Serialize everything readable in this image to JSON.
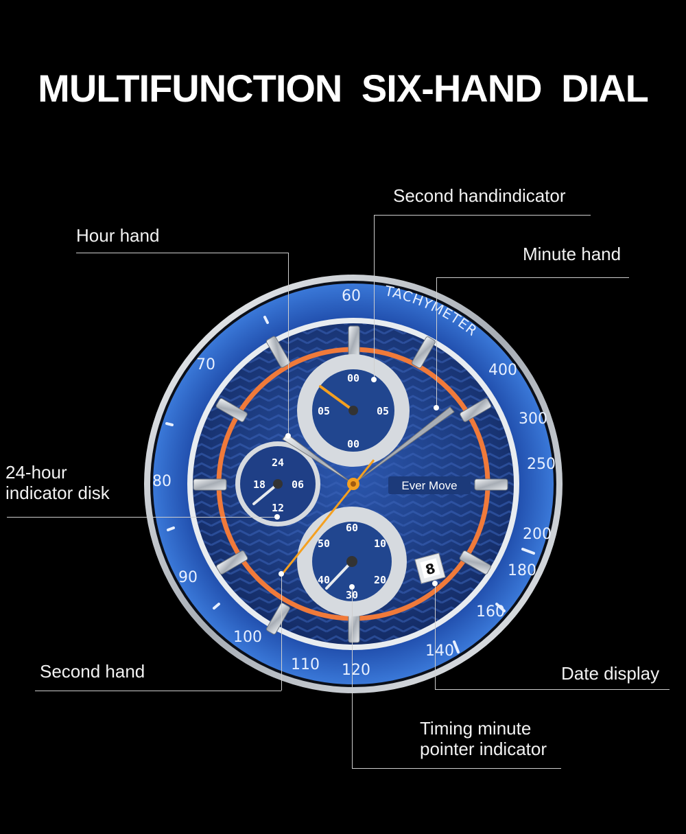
{
  "title": "MULTIFUNCTION  SIX-HAND DIAL",
  "brand": "Ever Move",
  "labels": {
    "second_hand_indicator": "Second handindicator",
    "hour_hand": "Hour hand",
    "minute_hand": "Minute hand",
    "hour24_line1": "24-hour",
    "hour24_line2": "indicator disk",
    "second_hand": "Second hand",
    "date_display": "Date display",
    "timing_line1": "Timing minute",
    "timing_line2": "pointer indicator"
  },
  "bezel": {
    "word": "TACHYMETER",
    "numbers": [
      "60",
      "70",
      "80",
      "90",
      "100",
      "110",
      "120",
      "140",
      "160",
      "180",
      "200",
      "250",
      "300",
      "400"
    ]
  },
  "subdials": {
    "top": [
      "00",
      "05",
      "05",
      "00"
    ],
    "left": [
      "24",
      "06",
      "12",
      "18"
    ],
    "bottom": [
      "60",
      "10",
      "20",
      "30",
      "40",
      "50"
    ]
  },
  "date_value": "8",
  "colors": {
    "dial_blue": "#1f3f86",
    "bezel_blue": "#2a5cc0",
    "accent_orange": "#f07a3a",
    "hand_orange": "#f4a020",
    "steel": "#d9dde3"
  }
}
